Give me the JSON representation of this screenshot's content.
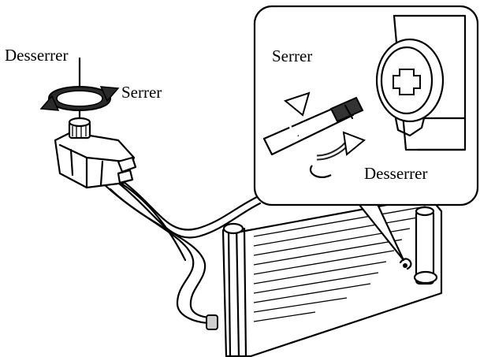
{
  "labels": {
    "cap_loosen": "Desserrer",
    "cap_tighten": "Serrer",
    "detail_tighten": "Serrer",
    "detail_loosen": "Desserrer"
  },
  "icons": {
    "cap_rotation": "circular-arrows-icon",
    "screwdriver_rotation": "circular-arrows-icon",
    "drain_plug": "phillips-screw-icon"
  }
}
